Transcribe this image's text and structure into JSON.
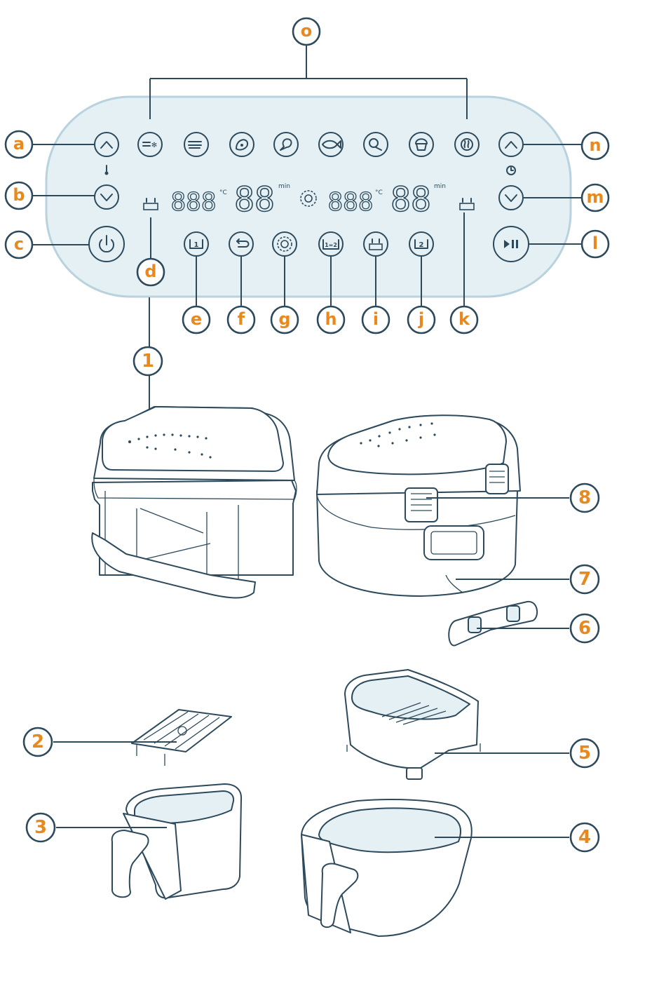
{
  "colors": {
    "outline": "#2d4a5c",
    "panel_fill": "#e4f0f4",
    "panel_border": "#b8d2de",
    "label": "#e8891f"
  },
  "display": {
    "temp_digits": "888",
    "time_digits": "88",
    "temp_unit": "°C",
    "time_unit": "min"
  },
  "callouts": {
    "a": "a",
    "b": "b",
    "c": "c",
    "d": "d",
    "e": "e",
    "f": "f",
    "g": "g",
    "h": "h",
    "i": "i",
    "j": "j",
    "k": "k",
    "l": "l",
    "m": "m",
    "n": "n",
    "o": "o",
    "n1": "1",
    "n2": "2",
    "n3": "3",
    "n4": "4",
    "n5": "5",
    "n6": "6",
    "n7": "7",
    "n8": "8"
  },
  "icons": {
    "row1": [
      "chevron-up-icon",
      "frozen-fries-icon",
      "fries-icon",
      "steak-icon",
      "drumstick-icon",
      "fish-icon",
      "vegetables-icon",
      "muffin-icon",
      "keep-warm-icon",
      "chevron-up-icon"
    ],
    "row3": [
      "power-icon",
      "zone-1-icon",
      "back-icon",
      "dual-sync-icon",
      "match-icon",
      "shake-reminder-icon",
      "zone-2-icon",
      "play-pause-icon"
    ]
  }
}
